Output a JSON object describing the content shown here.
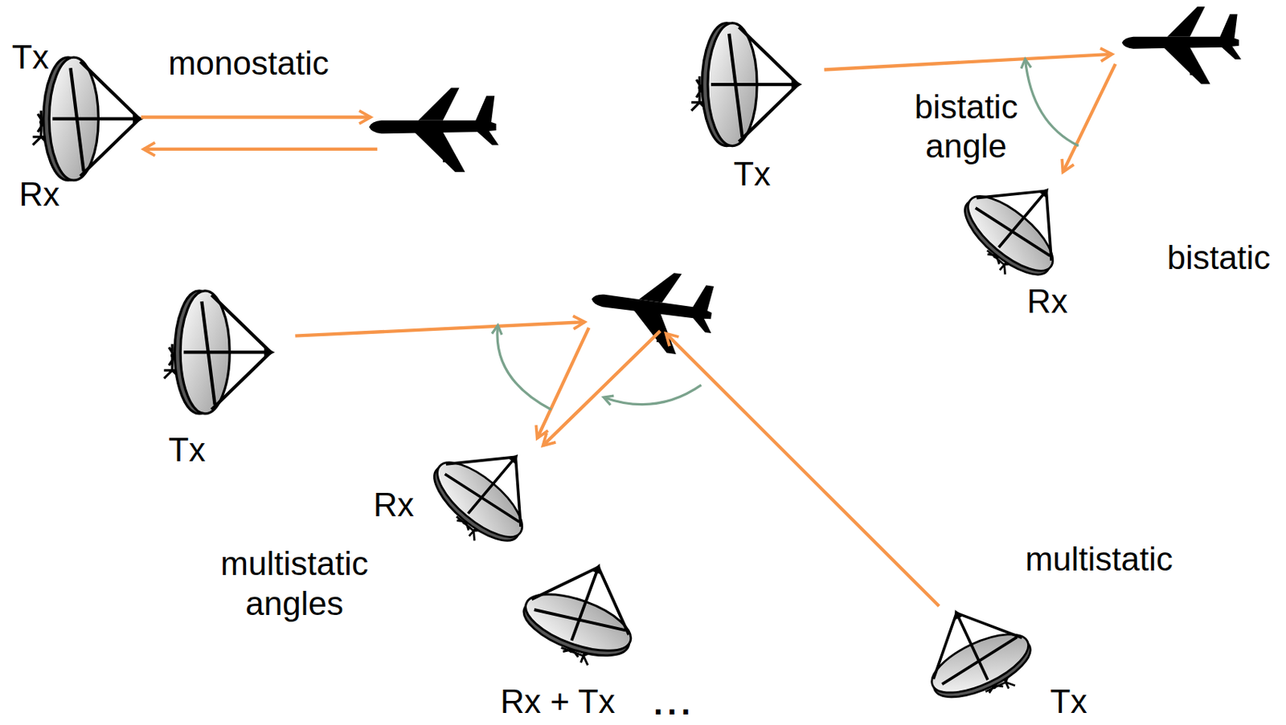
{
  "diagram": {
    "labels": [
      "Tx",
      "monostatic",
      "Rx",
      "Tx",
      "bistatic angle",
      "Rx",
      "bistatic",
      "Tx",
      "Rx",
      "multistatic angles",
      "Rx + Tx",
      "...",
      "multistatic",
      "Tx"
    ]
  }
}
